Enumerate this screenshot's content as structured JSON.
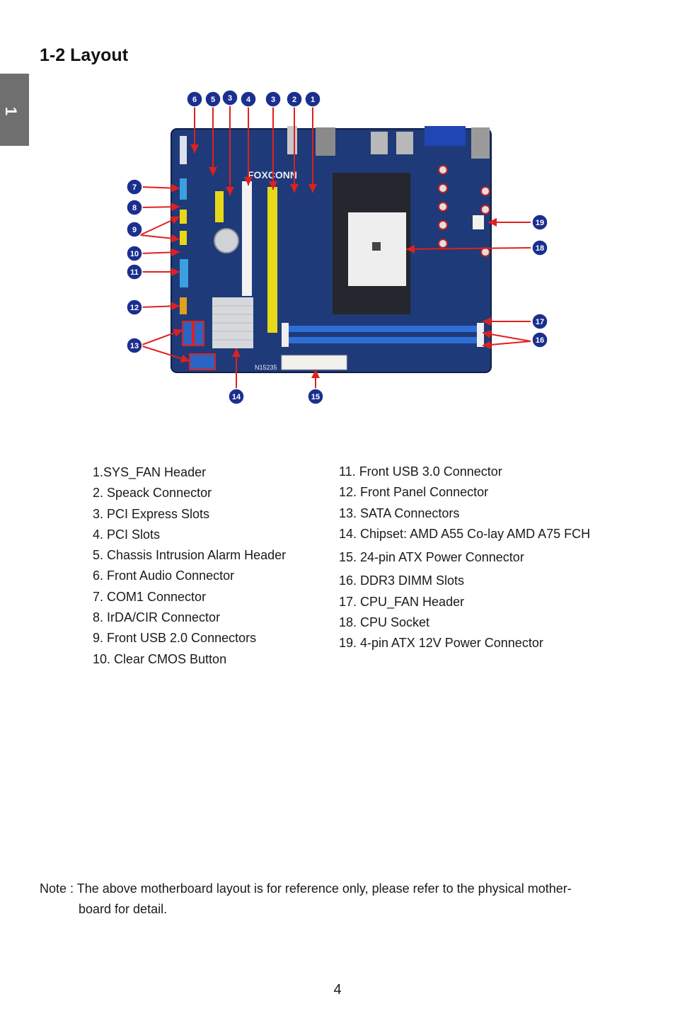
{
  "chapter_tab": "1",
  "section_title": "1-2 Layout",
  "figure": {
    "brand_text": "FOXCONN",
    "board_code": "N15235",
    "callout_badges": [
      "6",
      "5",
      "3",
      "4",
      "3",
      "2",
      "1",
      "7",
      "8",
      "9",
      "10",
      "11",
      "12",
      "13",
      "14",
      "15",
      "19",
      "18",
      "17",
      "16"
    ]
  },
  "legend_left": [
    "1.SYS_FAN Header",
    "2. Speack Connector",
    "3. PCI Express Slots",
    "4. PCI Slots",
    "5. Chassis Intrusion Alarm Header",
    "6. Front Audio Connector",
    "7. COM1 Connector",
    "8. IrDA/CIR Connector",
    "9. Front USB 2.0 Connectors",
    "10. Clear CMOS Button"
  ],
  "legend_right": [
    "11. Front USB 3.0 Connector",
    "12. Front Panel Connector",
    "13. SATA Connectors",
    "14. Chipset: AMD A55 Co-lay  AMD A75 FCH",
    "15. 24-pin ATX Power Connector",
    "16. DDR3 DIMM Slots",
    "17. CPU_FAN Header",
    "18. CPU Socket",
    "19. 4-pin ATX 12V Power Connector"
  ],
  "note": {
    "line1": "Note : The above motherboard layout is for reference only, please refer to the physical  mother-",
    "line2": "board for detail."
  },
  "page_number": "4",
  "colors": {
    "pcb": "#1f3a78",
    "badge": "#1b2f8f",
    "arrow": "#e0201f",
    "pcie_slot": "#e8d81a",
    "dimm_slot": "#2d6fd6",
    "chapter_tab": "#6f6f6f"
  }
}
